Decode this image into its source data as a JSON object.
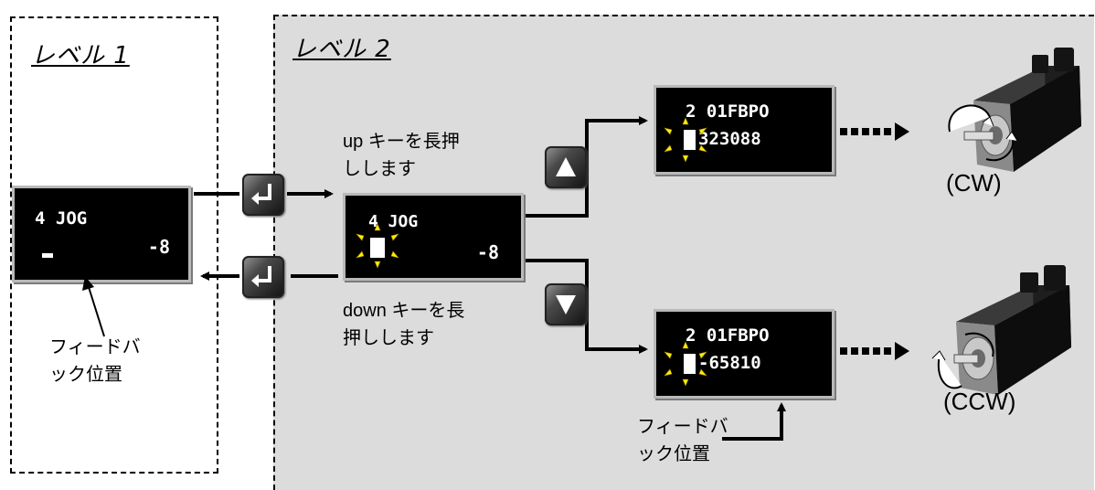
{
  "levels": {
    "level1_label": "レベル 1",
    "level2_label": "レベル 2"
  },
  "displays": {
    "level1": {
      "line1": "4 JOG",
      "line2": "-8"
    },
    "jog": {
      "line1": "4 JOG",
      "line2": "-8"
    },
    "cw": {
      "line1": "2 01FBPO",
      "line2": "323088"
    },
    "ccw": {
      "line1": "2 01FBPO",
      "line2": "-65810"
    }
  },
  "notes": {
    "up_press": "up キーを長押\nしします",
    "down_press": "down キーを長\n押しします",
    "feedback_left": "フィードバ\nック位置",
    "feedback_bottom": "フィードバ\nック位置"
  },
  "motors": {
    "cw_label": "(CW)",
    "ccw_label": "(CCW)"
  },
  "keys": {
    "enter": "enter-key-icon",
    "up": "up-key-icon",
    "down": "down-key-icon"
  },
  "colors": {
    "level2_background": "#dcdcdc",
    "lcd_background": "#000000",
    "sparkle": "#ffee00"
  }
}
